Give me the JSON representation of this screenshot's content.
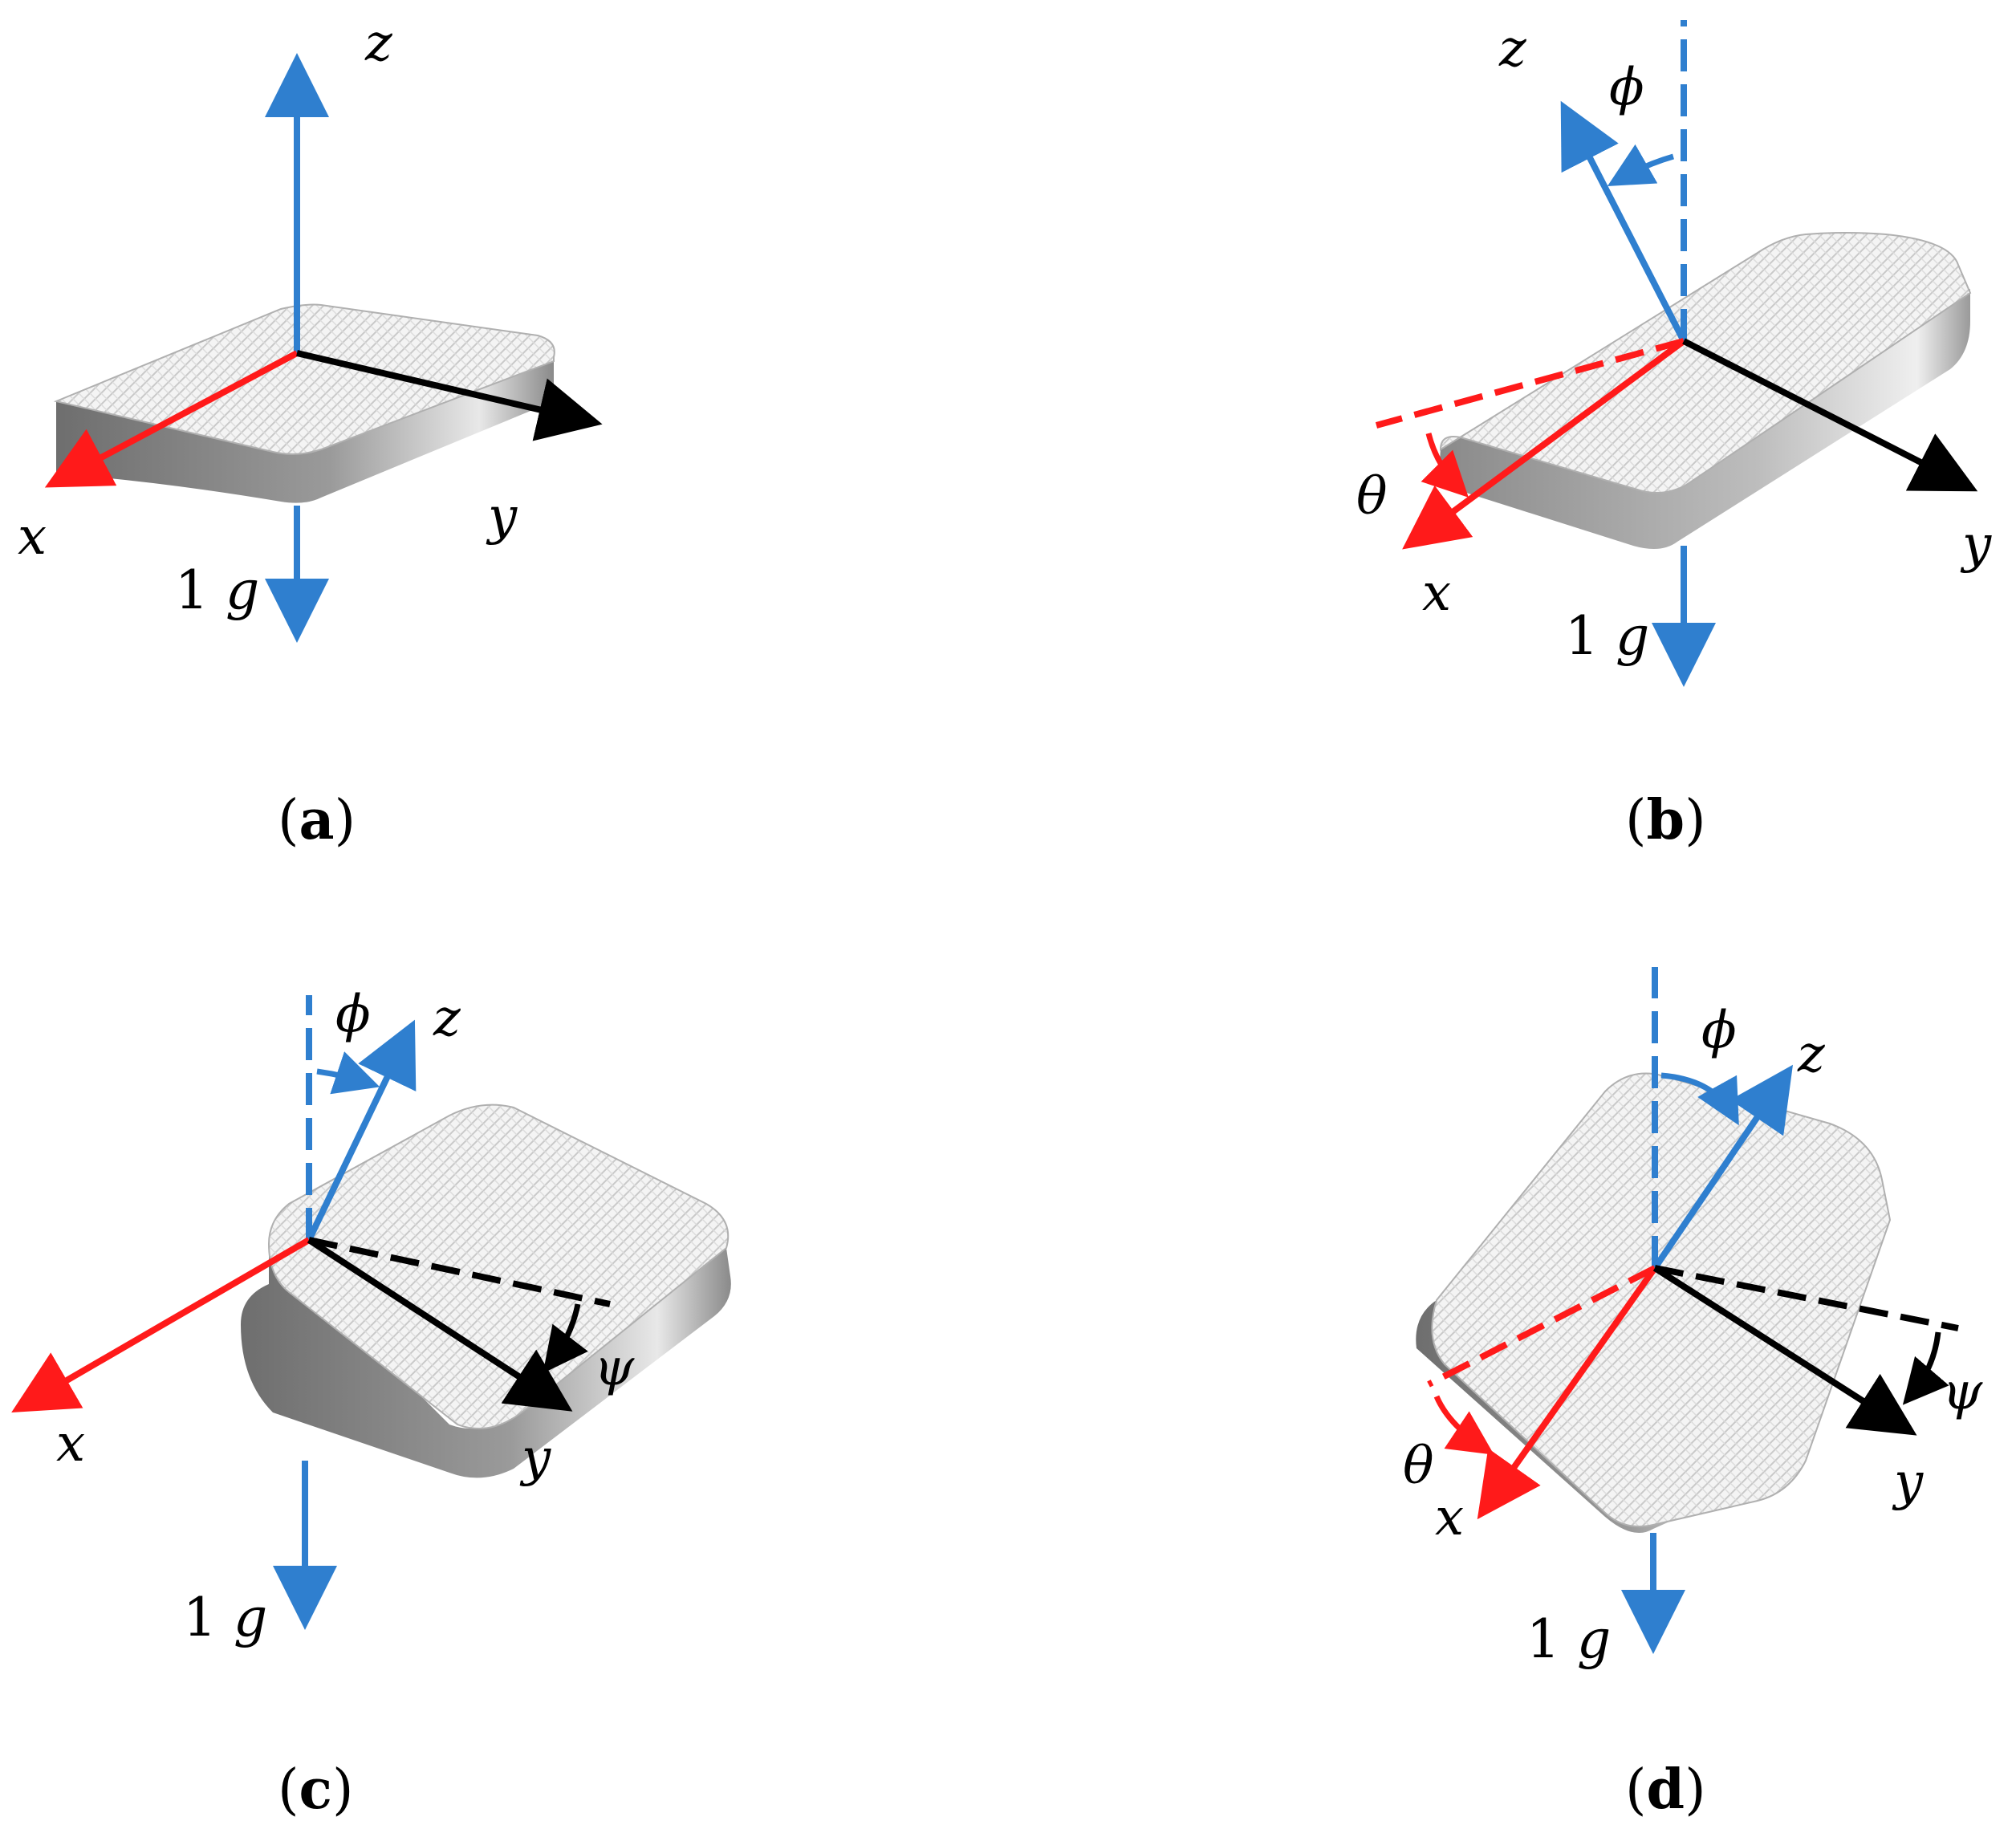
{
  "colors": {
    "blue": "#2f7fcf",
    "red": "#ff1a1a",
    "black": "#000000"
  },
  "labels": {
    "x": "x",
    "y": "y",
    "z": "z",
    "phi": "ϕ",
    "theta": "θ",
    "psi": "ψ",
    "g_num": "1",
    "g_unit": "g"
  },
  "panels": {
    "a": {
      "letter": "a"
    },
    "b": {
      "letter": "b"
    },
    "c": {
      "letter": "c"
    },
    "d": {
      "letter": "d"
    }
  }
}
